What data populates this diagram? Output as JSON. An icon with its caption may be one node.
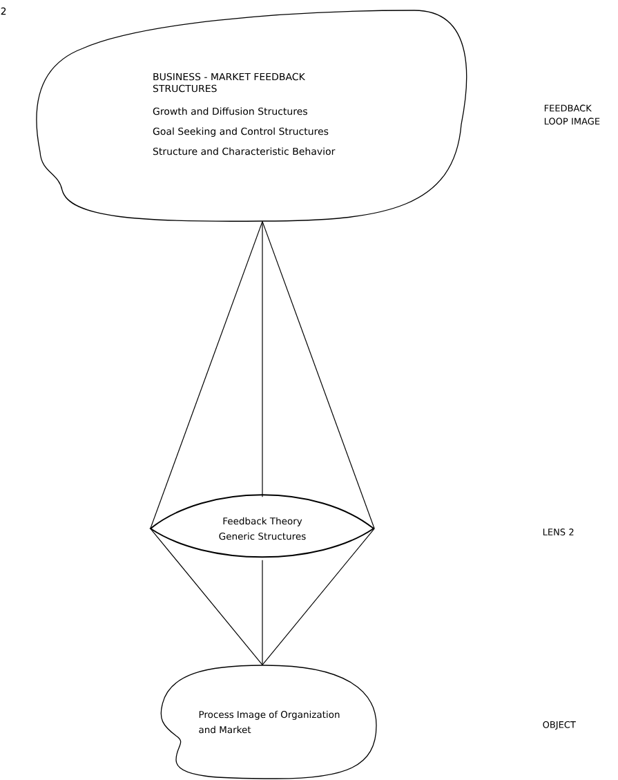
{
  "diagram": {
    "nodes": [
      {
        "text": [
          "BUSINESS - MARKET FEEDBACK STRUCTURES",
          "Growth and Diffusion Structures",
          "Goal Seeking and Control Structures",
          "Structure and Characteristic Behavior"
        ]
      },
      {
        "text": [
          "Feedback Theory Generic Structures"
        ]
      },
      {
        "text": [
          "Process Image of Organization and Market"
        ]
      }
    ],
    "edges": [
      {
        "from": 0,
        "to": 1,
        "arrow": "none"
      },
      {
        "from": 0,
        "to": 1,
        "arrow": "none"
      },
      {
        "from": 0,
        "to": 1,
        "arrow": "none"
      },
      {
        "from": 1,
        "to": 2,
        "arrow": "none"
      },
      {
        "from": 1,
        "to": 2,
        "arrow": "none"
      },
      {
        "from": 1,
        "to": 2,
        "arrow": "none"
      }
    ],
    "labels": [
      "2",
      "FEEDBACK LOOP IMAGE",
      "LENS 2",
      "OBJECT"
    ]
  }
}
